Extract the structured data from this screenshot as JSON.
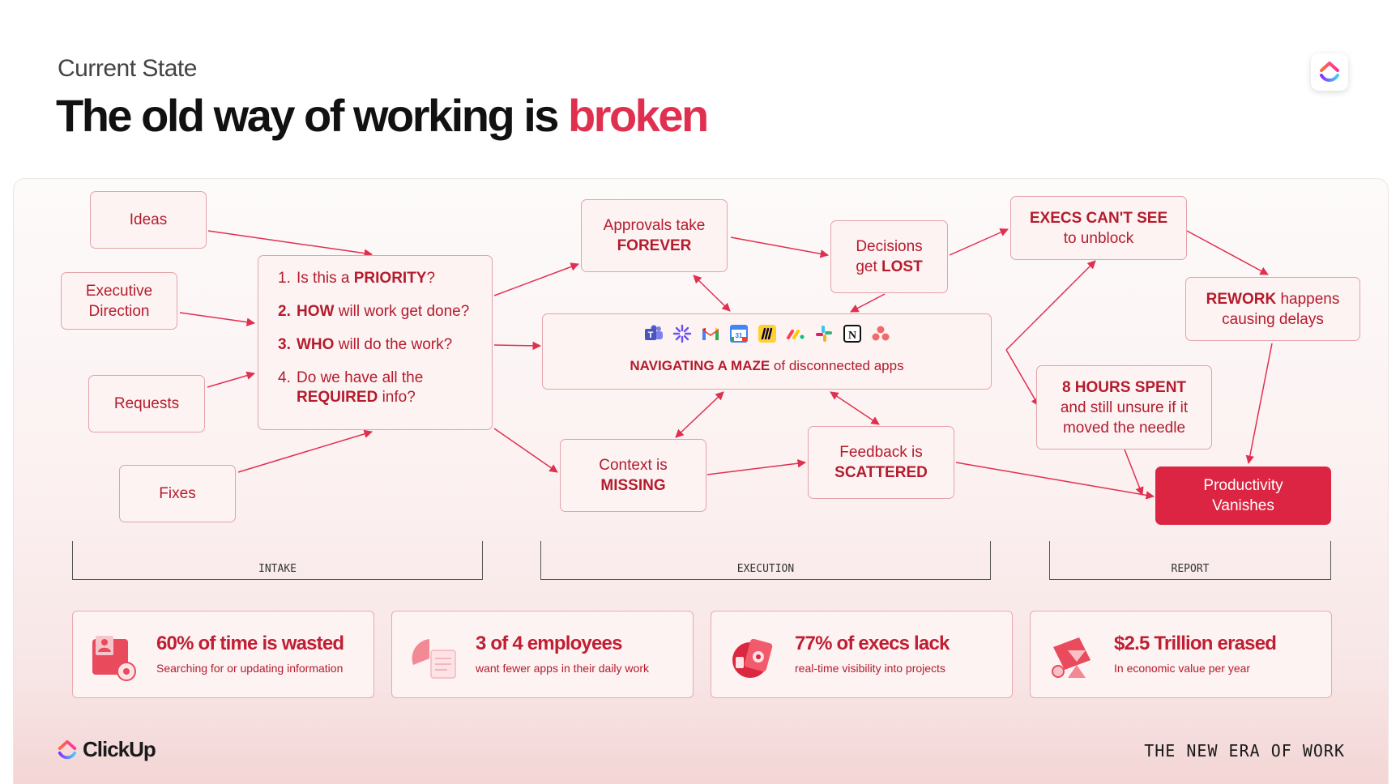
{
  "header": {
    "eyebrow": "Current State",
    "title_main": "The old way of working is ",
    "title_accent": "broken"
  },
  "colors": {
    "accent": "#e0304f",
    "node_text": "#b41c2d",
    "node_border": "#e4a2a9",
    "solid_node": "#dc2542"
  },
  "intake": {
    "ideas": "Ideas",
    "executive_direction": "Executive Direction",
    "requests": "Requests",
    "fixes": "Fixes"
  },
  "questions": [
    {
      "num": "1.",
      "pre": "Is this a ",
      "bold": "PRIORITY",
      "post": "?"
    },
    {
      "num": "2.",
      "pre": "",
      "bold": "HOW",
      "post": " will work get done?"
    },
    {
      "num": "3.",
      "pre": "",
      "bold": "WHO",
      "post": " will do the work?"
    },
    {
      "num": "4.",
      "pre": "Do we have all the ",
      "bold": "REQUIRED",
      "post": " info?"
    }
  ],
  "execution": {
    "approvals": {
      "line1": "Approvals take",
      "line2": "FOREVER"
    },
    "decisions": {
      "line1": "Decisions",
      "line2_pre": "get ",
      "line2_bold": "LOST"
    },
    "maze": {
      "bold": "NAVIGATING A MAZE",
      "rest": " of disconnected apps"
    },
    "context": {
      "line1": "Context is",
      "line2": "MISSING"
    },
    "feedback": {
      "line1": "Feedback is",
      "line2": "SCATTERED"
    }
  },
  "apps": [
    "teams-icon",
    "copilot-icon",
    "gmail-icon",
    "calendar-icon",
    "miro-icon",
    "monday-icon",
    "slack-icon",
    "notion-icon",
    "asana-icon"
  ],
  "report": {
    "execs": {
      "line1": "EXECS CAN'T SEE",
      "line2": "to unblock"
    },
    "rework": {
      "line1_bold": "REWORK",
      "line1_rest": " happens",
      "line2": "causing delays"
    },
    "hours": {
      "line1": "8 HOURS SPENT",
      "line2": "and still unsure if it",
      "line3": "moved the needle"
    },
    "productivity": {
      "line1": "Productivity",
      "line2": "Vanishes"
    }
  },
  "phases": {
    "intake": "INTAKE",
    "execution": "EXECUTION",
    "report": "REPORT"
  },
  "stats": [
    {
      "big": "60% of time is wasted",
      "small": "Searching for or updating information",
      "icon": "document-person-icon"
    },
    {
      "big": "3 of 4 employees",
      "small": "want fewer apps in their daily work",
      "icon": "pie-chart-icon"
    },
    {
      "big": "77% of execs lack",
      "small": "real-time visibility into projects",
      "icon": "eye-blocked-icon"
    },
    {
      "big": "$2.5 Trillion erased",
      "small": "In economic value per year",
      "icon": "hourglass-icon"
    }
  ],
  "footer": {
    "brand": "ClickUp",
    "tagline": "THE NEW ERA OF WORK"
  }
}
